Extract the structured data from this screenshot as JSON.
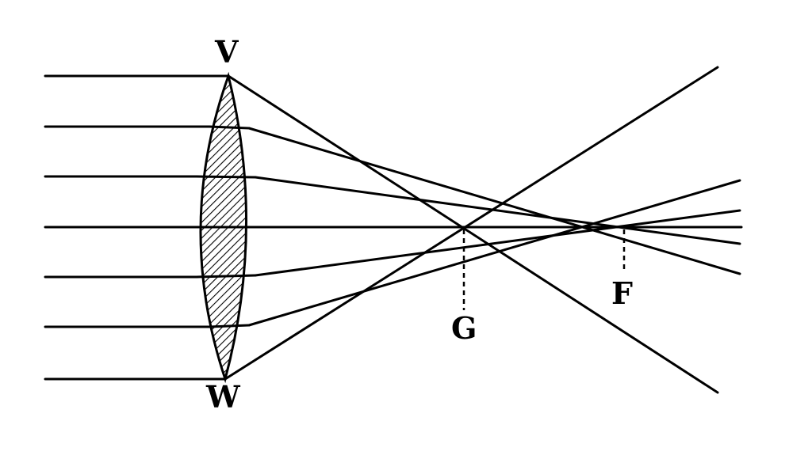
{
  "labels": {
    "top_vertex": "V",
    "bottom_vertex": "W",
    "paraxial_focus": "F",
    "marginal_focus": "G"
  },
  "colors": {
    "ink": "#000000",
    "paper": "#ffffff"
  }
}
